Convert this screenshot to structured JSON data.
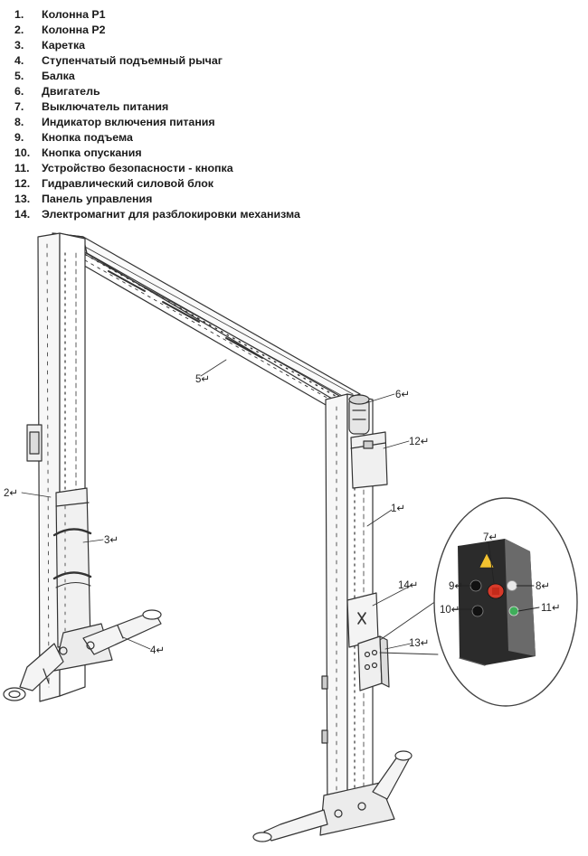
{
  "legend": {
    "items": [
      {
        "num": "1.",
        "label": "Колонна Р1"
      },
      {
        "num": "2.",
        "label": "Колонна Р2"
      },
      {
        "num": "3.",
        "label": "Каретка"
      },
      {
        "num": "4.",
        "label": "Ступенчатый подъемный рычаг"
      },
      {
        "num": "5.",
        "label": "Балка"
      },
      {
        "num": "6.",
        "label": "Двигатель"
      },
      {
        "num": "7.",
        "label": "Выключатель питания"
      },
      {
        "num": "8.",
        "label": "Индикатор включения питания"
      },
      {
        "num": "9.",
        "label": "Кнопка подъема"
      },
      {
        "num": "10.",
        "label": "Кнопка опускания"
      },
      {
        "num": "11.",
        "label": "Устройство безопасности - кнопка"
      },
      {
        "num": "12.",
        "label": "Гидравлический силовой блок"
      },
      {
        "num": "13.",
        "label": "Панель управления"
      },
      {
        "num": "14.",
        "label": "Электромагнит для разблокировки механизма"
      }
    ]
  },
  "callouts": {
    "c1": "1↵",
    "c2": "2↵",
    "c3": "3↵",
    "c4": "4↵",
    "c5": "5↵",
    "c6": "6↵",
    "c12": "12↵",
    "c13": "13↵",
    "c14": "14↵",
    "p7": "7↵",
    "p8": "8↵",
    "p9": "9↵",
    "p10": "10↵",
    "p11": "11↵"
  },
  "colors": {
    "line": "#333333",
    "panel_body": "#2b2b2b",
    "warning": "#f2c230",
    "stop_red": "#d63a2a",
    "lamp_white": "#e8e8e8",
    "green_button": "#3fae5a"
  }
}
